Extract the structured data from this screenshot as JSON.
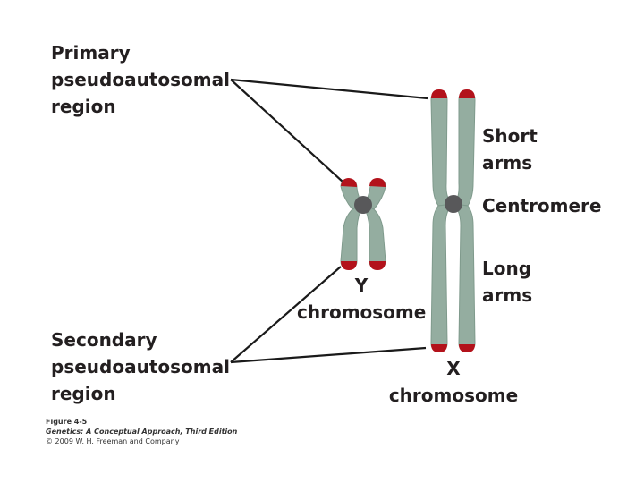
{
  "labels": {
    "primary": [
      "Primary",
      "pseudoautosomal",
      "region"
    ],
    "secondary": [
      "Secondary",
      "pseudoautosomal",
      "region"
    ],
    "short_arms": [
      "Short",
      "arms"
    ],
    "centromere": "Centromere",
    "long_arms": [
      "Long",
      "arms"
    ],
    "y_chromosome": [
      "Y",
      "chromosome"
    ],
    "x_chromosome": [
      "X",
      "chromosome"
    ]
  },
  "caption": {
    "figure": "Figure 4-5",
    "book": "Genetics: A Conceptual Approach, Third Edition",
    "copyright": "© 2009 W. H. Freeman and Company"
  },
  "colors": {
    "chromatid": "#94ada0",
    "chromatid_edge": "#7f9a8c",
    "pseudoautosomal_tip": "#b3121b",
    "centromere": "#58585a",
    "leader_line": "#1a1a1a",
    "text": "#231f20"
  }
}
